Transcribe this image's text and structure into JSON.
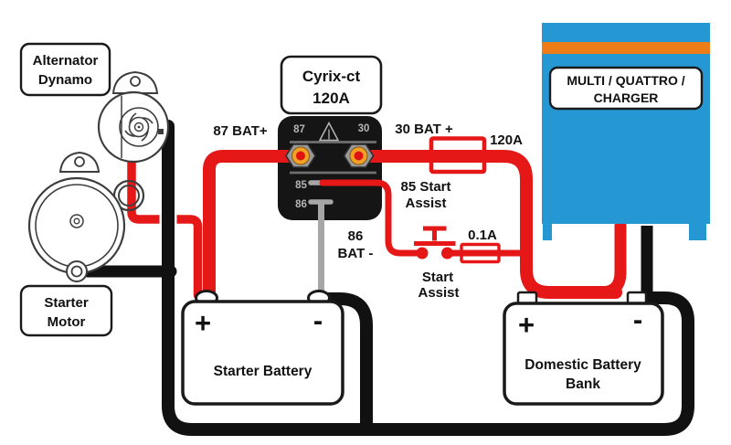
{
  "colors": {
    "wire_red": "#e61717",
    "wire_black": "#111111",
    "wire_gray": "#a6a6a6",
    "charger_blue": "#2598d4",
    "charger_orange": "#ef7d17",
    "relay_black": "#151515",
    "terminal_hex_gray": "#989898",
    "terminal_ring_orange": "#f1a124",
    "terminal_core_red": "#e01313"
  },
  "component_labels": {
    "alternator": {
      "line1": "Alternator",
      "line2": "Dynamo"
    },
    "starter_motor": {
      "line1": "Starter",
      "line2": "Motor"
    },
    "relay": {
      "line1": "Cyrix-ct",
      "line2": "120A"
    },
    "charger": {
      "line1": "MULTI / QUATTRO /",
      "line2": "CHARGER"
    },
    "starter_battery": {
      "name": "Starter Battery",
      "plus": "+",
      "minus": "-"
    },
    "domestic_battery": {
      "line1": "Domestic Battery",
      "line2": "Bank",
      "plus": "+",
      "minus": "-"
    }
  },
  "relay_terminals": {
    "t87": "87",
    "t30": "30",
    "t85": "85",
    "t86": "86"
  },
  "wire_labels": {
    "bat_87": "87 BAT+",
    "bat_30": "30 BAT +",
    "main_fuse": "120A",
    "start_assist_85": {
      "line1": "85 Start",
      "line2": "Assist"
    },
    "bat_86": {
      "line1": "86",
      "line2": "BAT -"
    },
    "aux_fuse": "0.1A",
    "start_assist_switch": {
      "line1": "Start",
      "line2": "Assist"
    }
  }
}
